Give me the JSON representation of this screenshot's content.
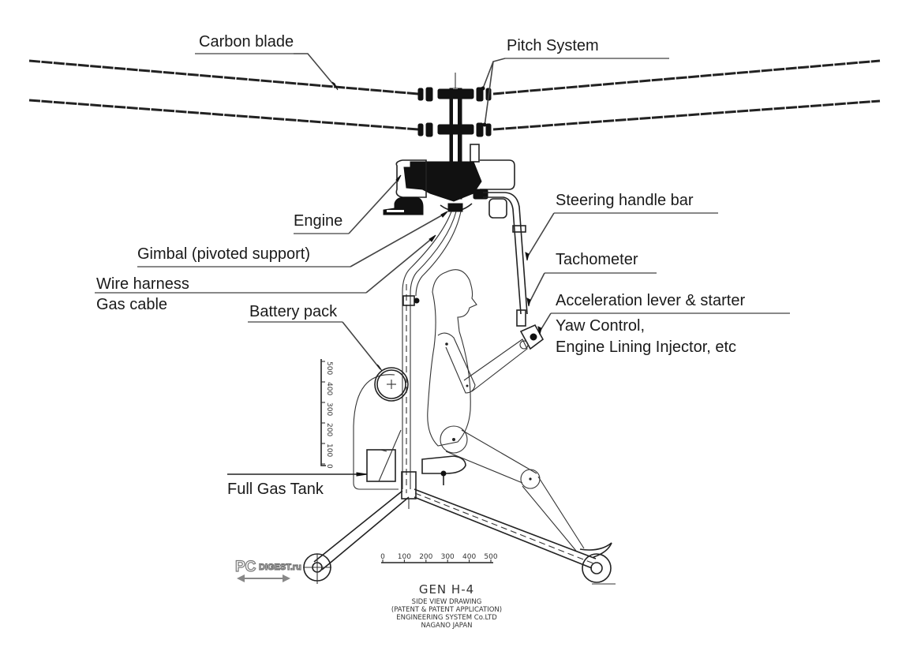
{
  "diagram": {
    "subject": "Personal coaxial helicopter side view",
    "labels": {
      "carbon_blade": "Carbon blade",
      "pitch_system": "Pitch System",
      "engine": "Engine",
      "gimbal": "Gimbal (pivoted support)",
      "wire_harness": "Wire harness",
      "gas_cable": "Gas cable",
      "battery_pack": "Battery pack",
      "full_gas_tank": "Full Gas Tank",
      "steering_handle_bar": "Steering handle bar",
      "tachometer": "Tachometer",
      "acceleration_lever": "Acceleration lever & starter",
      "yaw_control_1": "Yaw Control,",
      "yaw_control_2": "Engine Lining Injector, etc"
    },
    "vertical_scale": {
      "ticks": [
        "500",
        "400",
        "300",
        "200",
        "100",
        "0"
      ]
    },
    "horizontal_scale": {
      "ticks": [
        "0",
        "100",
        "200",
        "300",
        "400",
        "500"
      ]
    },
    "title_block": {
      "model": "GEN H-4",
      "line1": "SIDE VIEW DRAWING",
      "line2": "(PATENT & PATENT APPLICATION)",
      "line3": "ENGINEERING SYSTEM Co.LTD",
      "line4": "NAGANO JAPAN"
    },
    "watermark": {
      "left": "PC",
      "right": "DIGEST.ru"
    }
  }
}
